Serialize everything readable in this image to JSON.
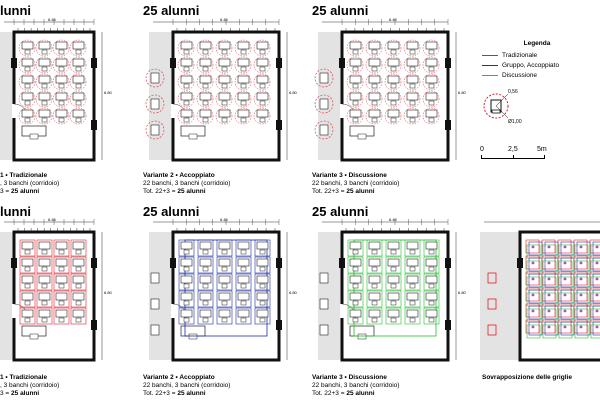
{
  "titles": [
    "lunni",
    "25 alunni",
    "25 alunni",
    "lunni",
    "25 alunni",
    "25 alunni"
  ],
  "captions": [
    {
      "head": "1 • Tradizionale",
      "l1": ", 3 banchi (corridoio)",
      "l2pre": "3 = ",
      "l2bold": "25 alunni"
    },
    {
      "head": "Variante 2 • Accoppiato",
      "l1": "22 banchi, 3 banchi (corridoio)",
      "l2pre": "Tot. 22+3 = ",
      "l2bold": "25 alunni"
    },
    {
      "head": "Variante 3 • Discussione",
      "l1": "22 banchi, 3 banchi (corridoio)",
      "l2pre": "Tot. 22+3 = ",
      "l2bold": "25 alunni"
    },
    {
      "head": "1 • Tradizionale",
      "l1": ", 3 banchi (corridoio)",
      "l2pre": "3 = ",
      "l2bold": "25 alunni"
    },
    {
      "head": "Variante 2 • Accoppiato",
      "l1": "22 banchi, 3 banchi (corridoio)",
      "l2pre": "Tot. 22+3 = ",
      "l2bold": "25 alunni"
    },
    {
      "head": "Variante 3 • Discussione",
      "l1": "22 banchi, 3 banchi (corridoio)",
      "l2pre": "Tot. 22+3 = ",
      "l2bold": "25 alunni"
    }
  ],
  "overlay_caption": "Sovrapposizione delle griglie",
  "legend": {
    "title": "Legenda",
    "items": [
      {
        "label": "Tradizionale",
        "color": "#e0202a"
      },
      {
        "label": "Gruppo, Accoppiato",
        "color": "#1c2fa8"
      },
      {
        "label": "Discussione",
        "color": "#22c02a"
      }
    ]
  },
  "scale": {
    "zero": "0",
    "mid": "2,5",
    "end": "5m"
  },
  "dims": {
    "top": "6.45",
    "side": "6.80",
    "small_a": "0,56",
    "small_b": "Ø1,00"
  },
  "colors": {
    "red": "#e0202a",
    "blue": "#1c2fa8",
    "green": "#22c02a",
    "wall": "#111111",
    "corridor": "#e3e3e3"
  }
}
